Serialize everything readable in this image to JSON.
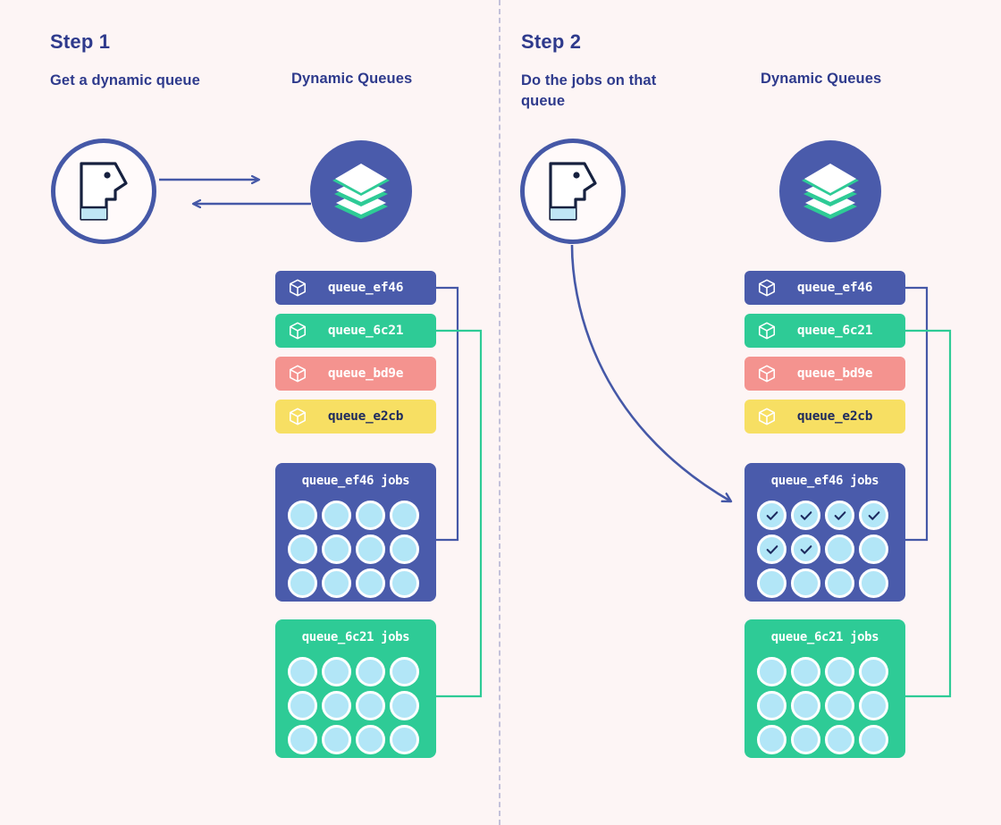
{
  "background_color": "#fdf5f5",
  "divider": {
    "name": "vertical-dashed-divider",
    "color": "#b9b9d6"
  },
  "palette": {
    "blue": "#4a5bab",
    "green": "#2ecb96",
    "salmon": "#f4938f",
    "yellow": "#f7df63",
    "text_navy": "#2e3a8c",
    "job_dot": "#b2e6f7",
    "check": "#1d2a5e"
  },
  "steps": [
    {
      "id": "step-1",
      "title": "Step 1",
      "subtitle": "Get a dynamic queue",
      "column_title": "Dynamic Queues",
      "worker_icon": "worker-head-icon",
      "stack_icon": "layers-stack-icon",
      "arrows": [
        "worker-to-stack-arrow",
        "stack-to-worker-arrow"
      ],
      "queues": [
        {
          "label": "queue_ef46",
          "color": "#4a5bab",
          "text": "light",
          "icon": "cube-icon"
        },
        {
          "label": "queue_6c21",
          "color": "#2ecb96",
          "text": "light",
          "icon": "cube-icon"
        },
        {
          "label": "queue_bd9e",
          "color": "#f4938f",
          "text": "light",
          "icon": "cube-icon"
        },
        {
          "label": "queue_e2cb",
          "color": "#f7df63",
          "text": "dark",
          "icon": "cube-icon"
        }
      ],
      "job_panels": [
        {
          "title": "queue_ef46 jobs",
          "color": "#4a5bab",
          "rows": 3,
          "cols": 4,
          "done": [
            false,
            false,
            false,
            false,
            false,
            false,
            false,
            false,
            false,
            false,
            false,
            false
          ]
        },
        {
          "title": "queue_6c21 jobs",
          "color": "#2ecb96",
          "rows": 3,
          "cols": 4,
          "done": [
            false,
            false,
            false,
            false,
            false,
            false,
            false,
            false,
            false,
            false,
            false,
            false
          ]
        }
      ]
    },
    {
      "id": "step-2",
      "title": "Step 2",
      "subtitle": "Do the jobs on that queue",
      "column_title": "Dynamic Queues",
      "worker_icon": "worker-head-icon",
      "stack_icon": "layers-stack-icon",
      "arrows": [
        "worker-to-jobs-curved-arrow"
      ],
      "queues": [
        {
          "label": "queue_ef46",
          "color": "#4a5bab",
          "text": "light",
          "icon": "cube-icon"
        },
        {
          "label": "queue_6c21",
          "color": "#2ecb96",
          "text": "light",
          "icon": "cube-icon"
        },
        {
          "label": "queue_bd9e",
          "color": "#f4938f",
          "text": "light",
          "icon": "cube-icon"
        },
        {
          "label": "queue_e2cb",
          "color": "#f7df63",
          "text": "dark",
          "icon": "cube-icon"
        }
      ],
      "job_panels": [
        {
          "title": "queue_ef46 jobs",
          "color": "#4a5bab",
          "rows": 3,
          "cols": 4,
          "done": [
            true,
            true,
            true,
            true,
            true,
            true,
            false,
            false,
            false,
            false,
            false,
            false
          ]
        },
        {
          "title": "queue_6c21 jobs",
          "color": "#2ecb96",
          "rows": 3,
          "cols": 4,
          "done": [
            false,
            false,
            false,
            false,
            false,
            false,
            false,
            false,
            false,
            false,
            false,
            false
          ]
        }
      ]
    }
  ]
}
